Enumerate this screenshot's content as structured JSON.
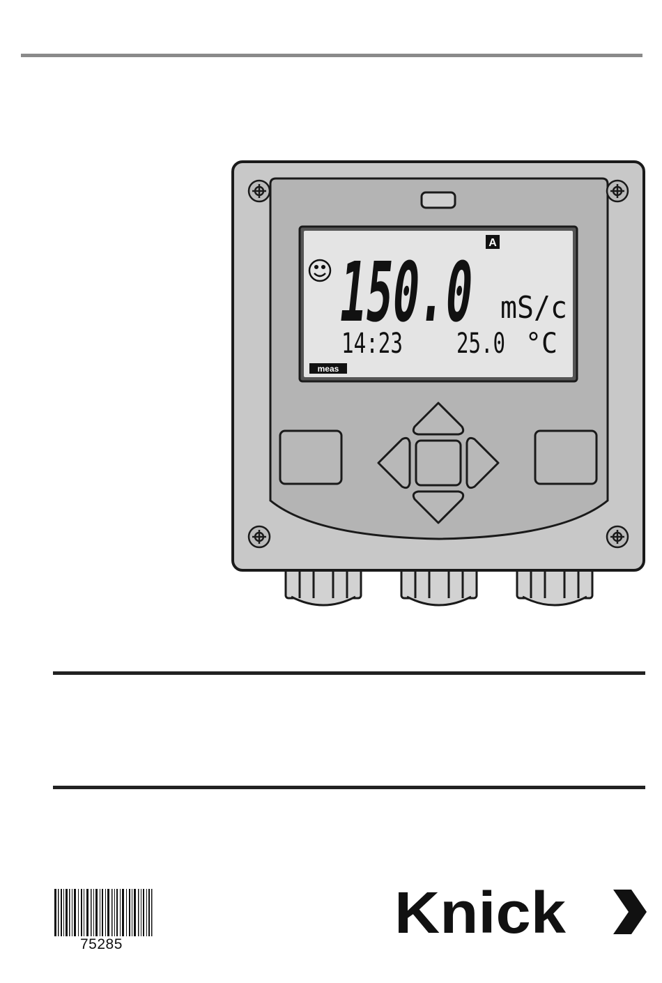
{
  "device": {
    "display": {
      "channel_indicator": "A",
      "main_value": "150.0",
      "unit": "mS/c",
      "time": "14:23",
      "temperature": "25.0",
      "temperature_unit": "°C",
      "mode_label": "meas",
      "status_icon": "smiley-face-icon"
    },
    "keypad": [
      "left-softkey",
      "right-softkey",
      "up-arrow",
      "down-arrow",
      "left-arrow",
      "right-arrow",
      "enter"
    ]
  },
  "barcode": {
    "number": "75285"
  },
  "brand": {
    "name": "Knick",
    "symbol": "❯"
  },
  "colors": {
    "housing": "#c8c8c8",
    "panel": "#b6b6b6",
    "display": "#e4e4e4",
    "outline": "#1a1a1a"
  }
}
